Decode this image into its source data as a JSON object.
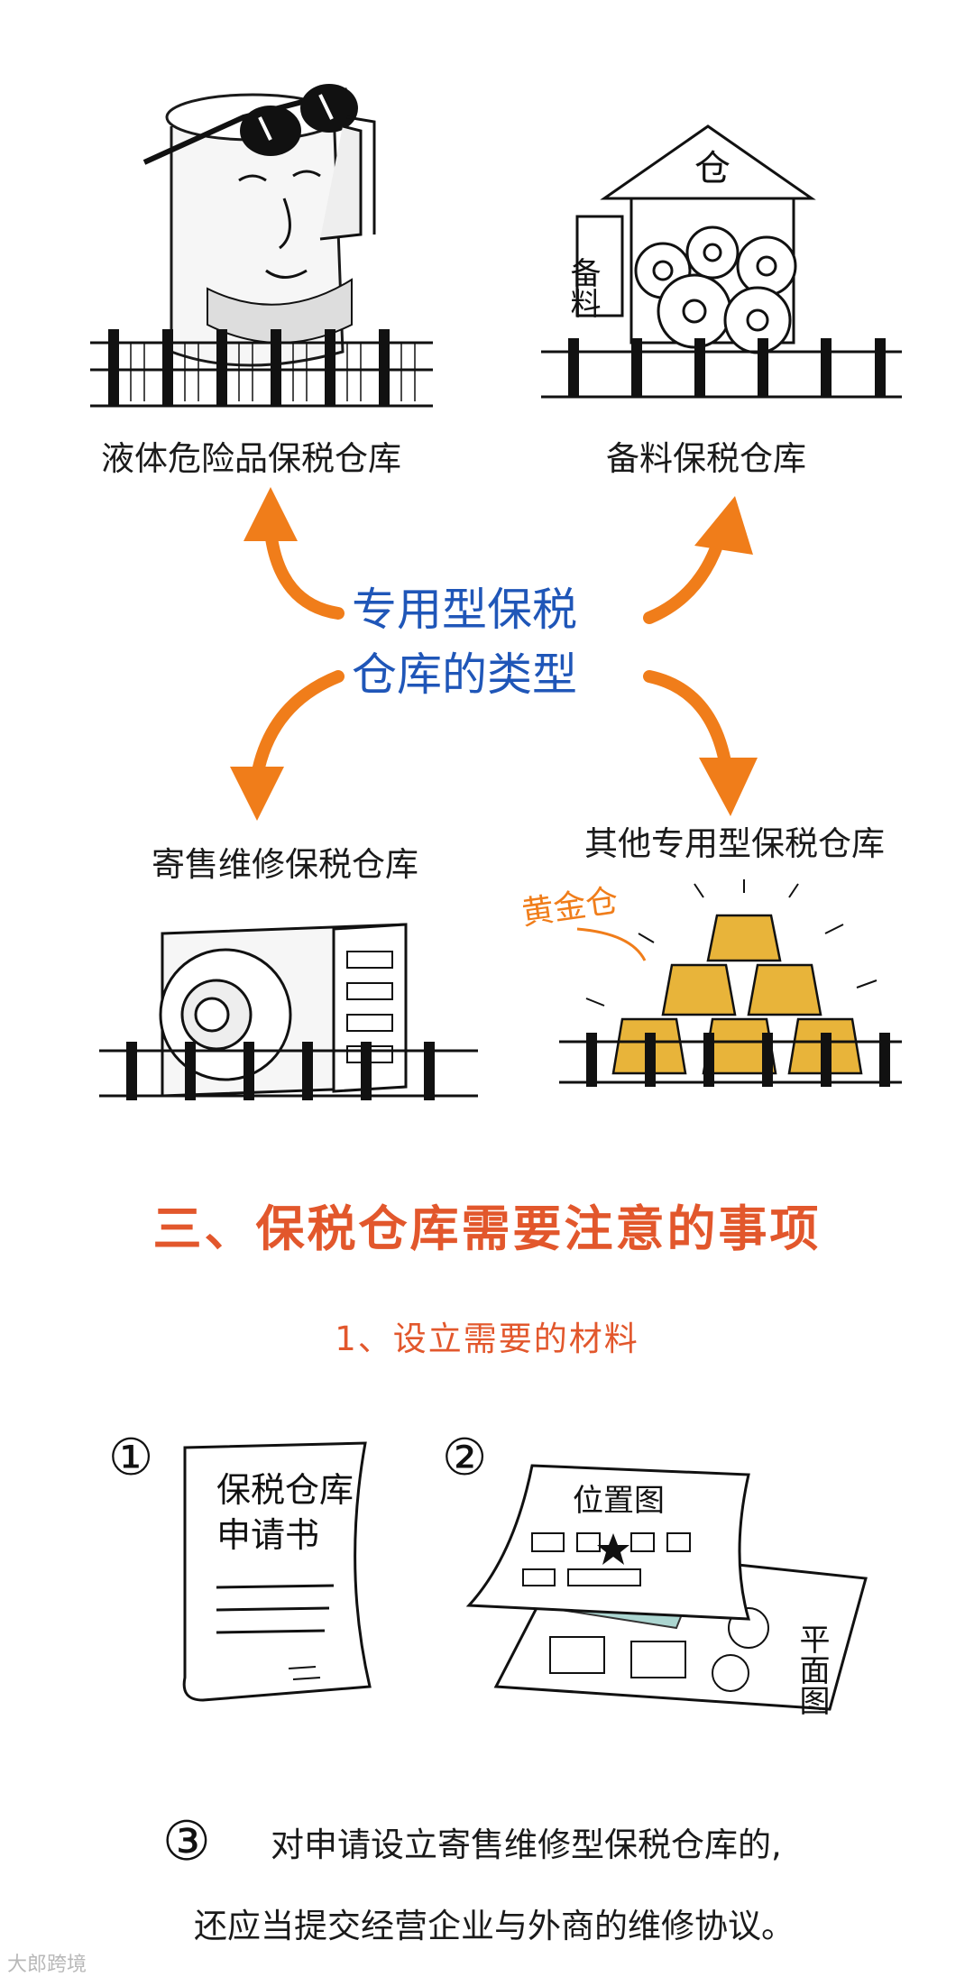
{
  "diagram": {
    "center_title_line1": "专用型保税",
    "center_title_line2": "仓库的类型",
    "types": [
      {
        "label": "液体危险品保税仓库"
      },
      {
        "label": "备料保税仓库"
      },
      {
        "label": "寄售维修保税仓库"
      },
      {
        "label": "其他专用型保税仓库"
      }
    ],
    "sketch_text": {
      "warehouse_roof": "仓",
      "warehouse_sign": "备料",
      "gold_note": "黄金仓"
    },
    "colors": {
      "title_blue": "#1f56b8",
      "arrow_orange": "#f07d1a",
      "gold": "#e8b43a"
    }
  },
  "section": {
    "heading": "三、保税仓库需要注意的事项",
    "subheading": "1、设立需要的材料",
    "color": "#e2572c"
  },
  "materials": [
    {
      "number": "①",
      "doc_title_line1": "保税仓库",
      "doc_title_line2": "申请书"
    },
    {
      "number": "②",
      "doc_title": "位置图",
      "doc_title2": "平面图"
    },
    {
      "number": "③"
    }
  ],
  "note_line1": "对申请设立寄售维修型保税仓库的,",
  "note_line2": "还应当提交经营企业与外商的维修协议。",
  "watermark": "大郎跨境"
}
